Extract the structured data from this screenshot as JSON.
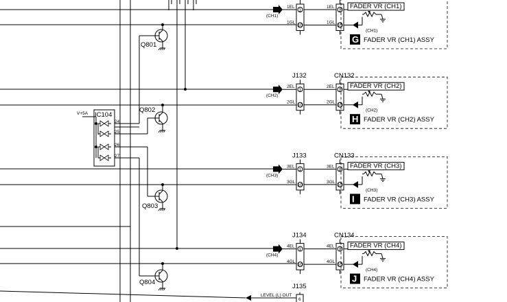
{
  "supply_label": "V+5A",
  "ic": {
    "ref": "IC104",
    "pins": [
      "24",
      "25",
      "26",
      "27"
    ]
  },
  "transistors": [
    "Q801",
    "Q802",
    "Q803",
    "Q804"
  ],
  "channels": [
    {
      "jack": "",
      "cn": "",
      "arrow_label": "(CH1)",
      "out_label": "(CH1)",
      "el": "1EL",
      "gl": "1GL",
      "pin_top": "1",
      "pin_bot": "10",
      "fader": "FADER VR (CH1)",
      "letter": "G",
      "assy": "FADER VR (CH1) ASSY"
    },
    {
      "jack": "J132",
      "cn": "CN132",
      "arrow_label": "(CH2)",
      "out_label": "(CH2)",
      "el": "2EL",
      "gl": "2GL",
      "pin_top": "1",
      "pin_bot": "10",
      "fader": "FADER VR (CH2)",
      "letter": "H",
      "assy": "FADER VR (CH2) ASSY"
    },
    {
      "jack": "J133",
      "cn": "CN133",
      "arrow_label": "(CH3)",
      "out_label": "(CH3)",
      "el": "3EL",
      "gl": "3GL",
      "pin_top": "1",
      "pin_bot": "10",
      "fader": "FADER VR (CH3)",
      "letter": "I",
      "assy": "FADER VR (CH3) ASSY"
    },
    {
      "jack": "J134",
      "cn": "CN134",
      "arrow_label": "(CH4)",
      "out_label": "(CH4)",
      "el": "4EL",
      "gl": "4GL",
      "pin_top": "1",
      "pin_bot": "10",
      "fader": "FADER VR (CH4)",
      "letter": "J",
      "assy": "FADER VR (CH4) ASSY"
    }
  ],
  "j135": {
    "ref": "J135",
    "signal": "LEVEL (L) OUT",
    "pin": "6"
  }
}
